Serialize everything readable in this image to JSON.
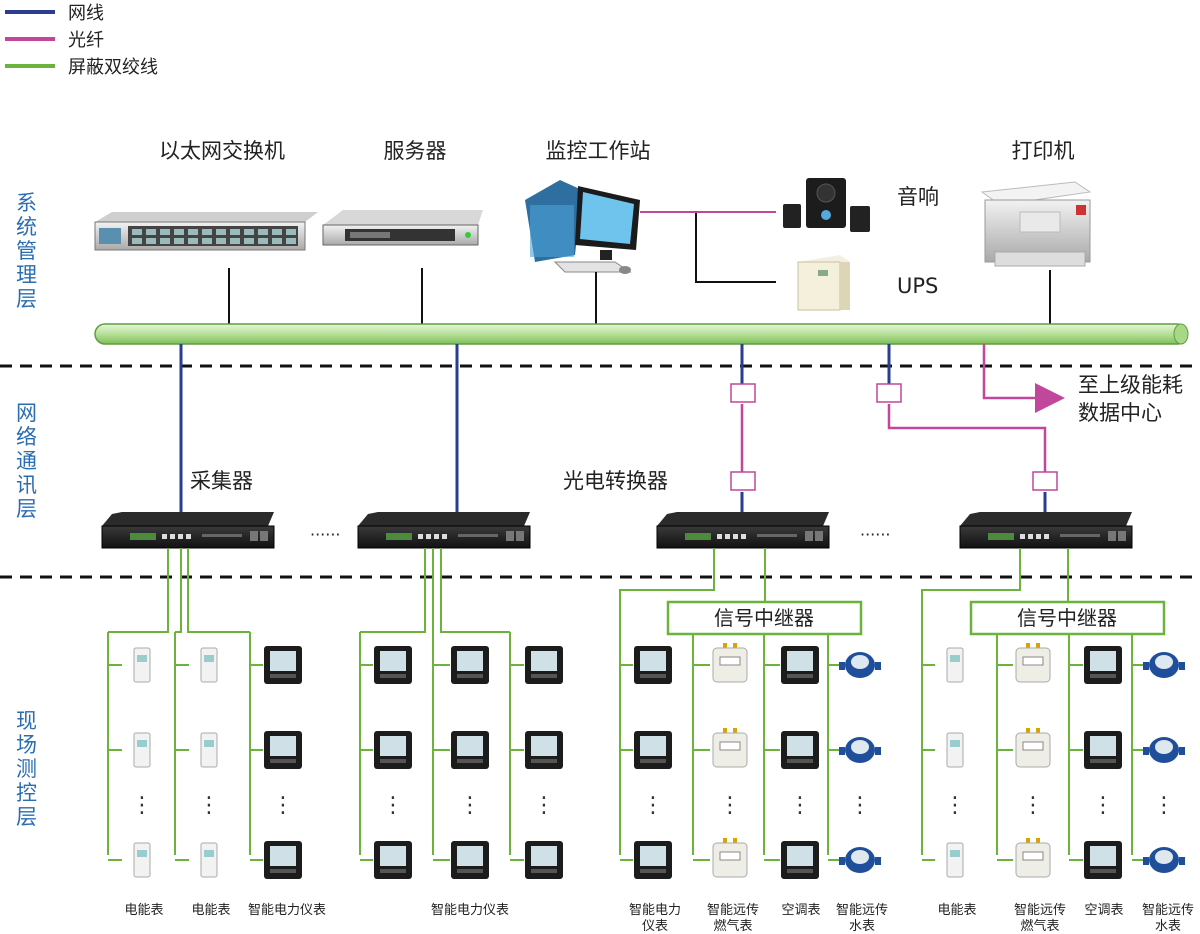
{
  "legend": [
    {
      "label": "网线",
      "color": "#2b3d8f"
    },
    {
      "label": "光纤",
      "color": "#c0479a"
    },
    {
      "label": "屏蔽双绞线",
      "color": "#6cb33e"
    }
  ],
  "layers": {
    "system": "系统管理层",
    "network": "网络通讯层",
    "field": "现场测控层"
  },
  "devices": {
    "switch": "以太网交换机",
    "server": "服务器",
    "workstation": "监控工作站",
    "printer": "打印机",
    "speaker": "音响",
    "ups": "UPS",
    "collector": "采集器",
    "converter": "光电转换器",
    "upper_center_1": "至上级能耗",
    "upper_center_2": "数据中心",
    "repeater": "信号中继器"
  },
  "ellipsis": "······",
  "vdots": "⋮",
  "bottom_labels": [
    {
      "id": "b1",
      "lines": [
        "电能表"
      ]
    },
    {
      "id": "b2",
      "lines": [
        "电能表"
      ]
    },
    {
      "id": "b3",
      "lines": [
        "智能电力仪表"
      ]
    },
    {
      "id": "b4",
      "lines": [
        "智能电力仪表"
      ]
    },
    {
      "id": "b5",
      "lines": [
        "智能电力",
        "仪表"
      ]
    },
    {
      "id": "b6",
      "lines": [
        "智能远传",
        "燃气表"
      ]
    },
    {
      "id": "b7",
      "lines": [
        "空调表"
      ]
    },
    {
      "id": "b8",
      "lines": [
        "智能远传",
        "水表"
      ]
    },
    {
      "id": "b9",
      "lines": [
        "电能表"
      ]
    },
    {
      "id": "b10",
      "lines": [
        "智能远传",
        "燃气表"
      ]
    },
    {
      "id": "b11",
      "lines": [
        "空调表"
      ]
    },
    {
      "id": "b12",
      "lines": [
        "智能远传",
        "水表"
      ]
    }
  ],
  "colors": {
    "network_cable": "#2b3d8f",
    "fiber": "#c0479a",
    "twisted_pair": "#6cb33e",
    "layer_text": "#2a6db0",
    "bus_fill": "#bfe6a6"
  }
}
